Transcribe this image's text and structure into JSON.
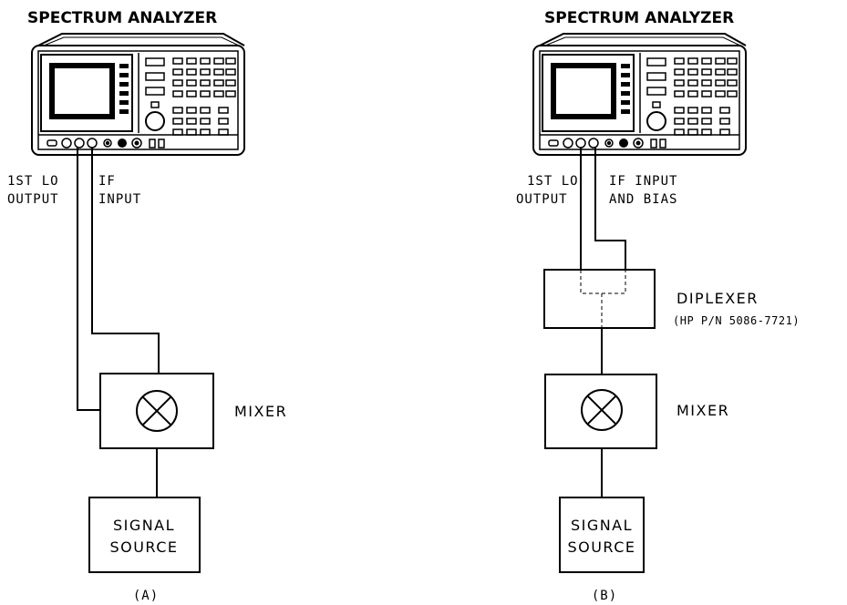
{
  "diagram_a": {
    "analyzer_title": "SPECTRUM ANALYZER",
    "lo_label_line1": "1ST LO",
    "lo_label_line2": "OUTPUT",
    "if_label_line1": "IF",
    "if_label_line2": "INPUT",
    "mixer_label": "MIXER",
    "source_line1": "SIGNAL",
    "source_line2": "SOURCE",
    "caption": "(A)"
  },
  "diagram_b": {
    "analyzer_title": "SPECTRUM ANALYZER",
    "lo_label_line1": "1ST LO",
    "lo_label_line2": "OUTPUT",
    "if_label_line1": "IF INPUT",
    "if_label_line2": "AND BIAS",
    "diplexer_label": "DIPLEXER",
    "diplexer_part": "(HP P/N 5086-7721)",
    "mixer_label": "MIXER",
    "source_line1": "SIGNAL",
    "source_line2": "SOURCE",
    "caption": "(B)"
  }
}
